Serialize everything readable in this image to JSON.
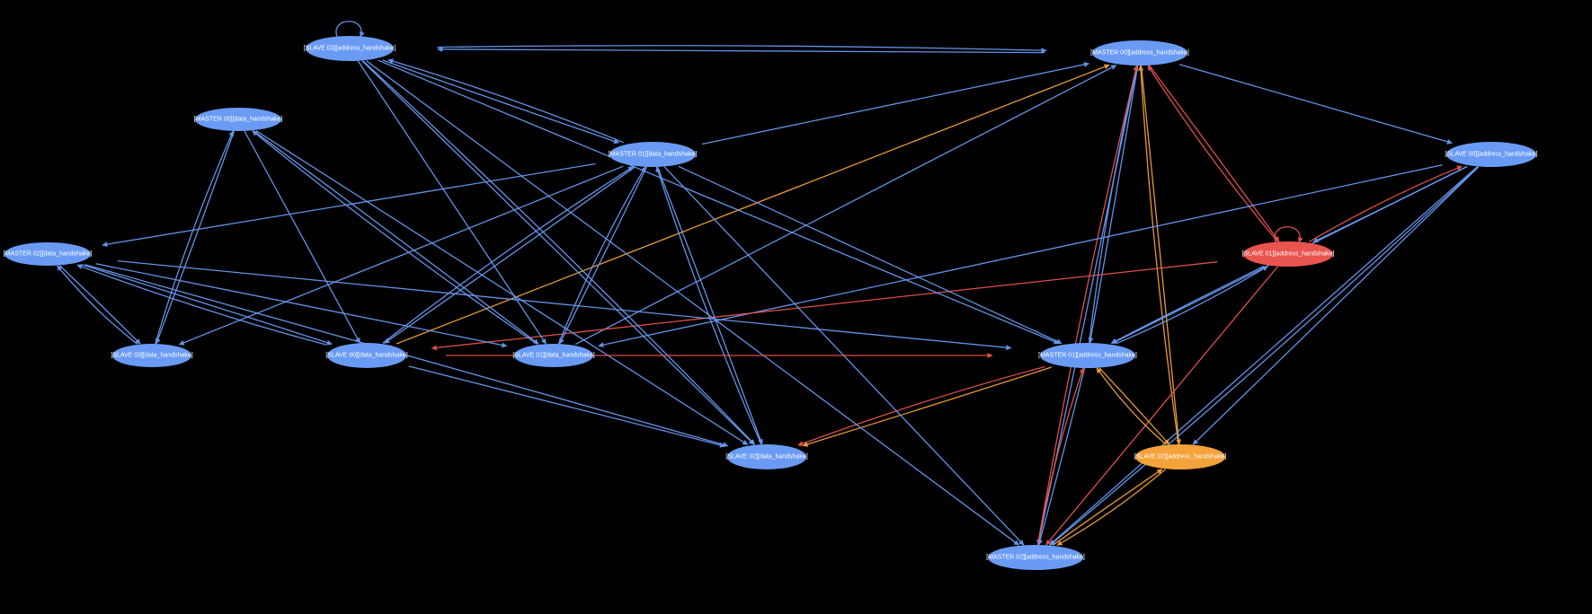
{
  "colors": {
    "background": "#000000",
    "default_node": "#6a9bf4",
    "default_edge": "#6a9bf4",
    "red": "#e9544e",
    "orange": "#f4a23a"
  },
  "graph": {
    "nodes": [
      {
        "id": "slave03_addr",
        "label": "[SLAVE 03][address_handshake]",
        "color": "default"
      },
      {
        "id": "master00_addr",
        "label": "[MASTER 00][address_handshake]",
        "color": "default"
      },
      {
        "id": "master00_data",
        "label": "[MASTER 00][data_handshake]",
        "color": "default"
      },
      {
        "id": "master01_data",
        "label": "[MASTER 01][data_handshake]",
        "color": "default"
      },
      {
        "id": "slave00_addr",
        "label": "[SLAVE 00][address_handshake]",
        "color": "default"
      },
      {
        "id": "master02_data",
        "label": "[MASTER 02][data_handshake]",
        "color": "default"
      },
      {
        "id": "slave01_addr",
        "label": "[SLAVE 01][address_handshake]",
        "color": "red"
      },
      {
        "id": "slave03_data",
        "label": "[SLAVE 03][data_handshake]",
        "color": "default"
      },
      {
        "id": "slave00_data",
        "label": "[SLAVE 00][data_handshake]",
        "color": "default"
      },
      {
        "id": "slave01_data",
        "label": "[SLAVE 01][data_handshake]",
        "color": "default"
      },
      {
        "id": "master01_addr",
        "label": "[MASTER 01][address_handshake]",
        "color": "default"
      },
      {
        "id": "slave02_data",
        "label": "[SLAVE 02][data_handshake]",
        "color": "default"
      },
      {
        "id": "slave02_addr",
        "label": "[SLAVE 02][address_handshake]",
        "color": "orange"
      },
      {
        "id": "master02_addr",
        "label": "[MASTER 02][address_handshake]",
        "color": "default"
      }
    ],
    "edges": [
      {
        "from": "slave03_addr",
        "to": "slave03_addr",
        "color": "default"
      },
      {
        "from": "slave01_addr",
        "to": "slave01_addr",
        "color": "red"
      },
      {
        "from": "master00_addr",
        "to": "slave03_addr",
        "color": "default"
      },
      {
        "from": "slave03_addr",
        "to": "master00_addr",
        "color": "default"
      },
      {
        "from": "master00_addr",
        "to": "slave00_addr",
        "color": "default"
      },
      {
        "from": "master00_addr",
        "to": "slave01_addr",
        "color": "red"
      },
      {
        "from": "slave01_addr",
        "to": "master00_addr",
        "color": "red"
      },
      {
        "from": "master00_addr",
        "to": "slave02_addr",
        "color": "orange"
      },
      {
        "from": "slave02_addr",
        "to": "master00_addr",
        "color": "orange"
      },
      {
        "from": "master00_addr",
        "to": "master01_addr",
        "color": "default"
      },
      {
        "from": "master01_addr",
        "to": "master00_addr",
        "color": "default"
      },
      {
        "from": "master00_addr",
        "to": "master02_addr",
        "color": "default"
      },
      {
        "from": "master02_addr",
        "to": "master00_addr",
        "color": "red"
      },
      {
        "from": "slave00_data",
        "to": "master00_addr",
        "color": "orange"
      },
      {
        "from": "slave01_data",
        "to": "master00_addr",
        "color": "default"
      },
      {
        "from": "master01_data",
        "to": "master00_addr",
        "color": "default"
      },
      {
        "from": "slave00_addr",
        "to": "slave01_addr",
        "color": "default"
      },
      {
        "from": "slave01_addr",
        "to": "slave00_addr",
        "color": "red"
      },
      {
        "from": "slave00_addr",
        "to": "slave01_data",
        "color": "default"
      },
      {
        "from": "slave00_addr",
        "to": "master01_addr",
        "color": "default"
      },
      {
        "from": "slave00_addr",
        "to": "master02_addr",
        "color": "default"
      },
      {
        "from": "slave00_addr",
        "to": "slave02_addr",
        "color": "default"
      },
      {
        "from": "slave01_addr",
        "to": "master01_addr",
        "color": "default"
      },
      {
        "from": "master01_addr",
        "to": "slave01_addr",
        "color": "default"
      },
      {
        "from": "slave01_addr",
        "to": "slave00_data",
        "color": "red"
      },
      {
        "from": "slave01_addr",
        "to": "master02_addr",
        "color": "red"
      },
      {
        "from": "master01_addr",
        "to": "slave02_data",
        "color": "orange"
      },
      {
        "from": "master01_addr",
        "to": "slave02_data",
        "color": "red"
      },
      {
        "from": "master01_addr",
        "to": "slave02_addr",
        "color": "orange"
      },
      {
        "from": "slave02_addr",
        "to": "master01_addr",
        "color": "orange"
      },
      {
        "from": "master01_addr",
        "to": "master02_addr",
        "color": "default"
      },
      {
        "from": "master02_addr",
        "to": "master01_addr",
        "color": "red"
      },
      {
        "from": "master02_addr",
        "to": "slave02_addr",
        "color": "orange"
      },
      {
        "from": "slave02_addr",
        "to": "master02_addr",
        "color": "orange"
      },
      {
        "from": "slave00_addr",
        "to": "master02_addr",
        "color": "default"
      },
      {
        "from": "slave03_addr",
        "to": "master01_addr",
        "color": "default"
      },
      {
        "from": "slave03_addr",
        "to": "slave02_data",
        "color": "default"
      },
      {
        "from": "slave03_addr",
        "to": "slave01_data",
        "color": "default"
      },
      {
        "from": "slave03_addr",
        "to": "master01_data",
        "color": "default"
      },
      {
        "from": "master01_data",
        "to": "slave03_addr",
        "color": "default"
      },
      {
        "from": "slave03_addr",
        "to": "master02_addr",
        "color": "default"
      },
      {
        "from": "slave03_addr",
        "to": "slave02_data",
        "color": "default"
      },
      {
        "from": "master00_data",
        "to": "slave03_data",
        "color": "default"
      },
      {
        "from": "slave03_data",
        "to": "master00_data",
        "color": "default"
      },
      {
        "from": "master00_data",
        "to": "slave00_data",
        "color": "default"
      },
      {
        "from": "master00_data",
        "to": "slave01_data",
        "color": "default"
      },
      {
        "from": "master00_data",
        "to": "slave02_data",
        "color": "default"
      },
      {
        "from": "slave01_data",
        "to": "master00_data",
        "color": "default"
      },
      {
        "from": "master01_data",
        "to": "slave03_data",
        "color": "default"
      },
      {
        "from": "master01_data",
        "to": "slave00_data",
        "color": "default"
      },
      {
        "from": "master01_data",
        "to": "slave01_data",
        "color": "default"
      },
      {
        "from": "slave01_data",
        "to": "master01_data",
        "color": "default"
      },
      {
        "from": "master01_data",
        "to": "slave02_data",
        "color": "default"
      },
      {
        "from": "slave02_data",
        "to": "master01_data",
        "color": "default"
      },
      {
        "from": "master01_data",
        "to": "master01_addr",
        "color": "default"
      },
      {
        "from": "master01_data",
        "to": "master02_addr",
        "color": "default"
      },
      {
        "from": "master01_data",
        "to": "master02_data",
        "color": "default"
      },
      {
        "from": "slave00_data",
        "to": "master01_data",
        "color": "default"
      },
      {
        "from": "master02_data",
        "to": "slave03_data",
        "color": "default"
      },
      {
        "from": "slave03_data",
        "to": "master02_data",
        "color": "default"
      },
      {
        "from": "master02_data",
        "to": "slave00_data",
        "color": "default"
      },
      {
        "from": "slave00_data",
        "to": "master02_data",
        "color": "default"
      },
      {
        "from": "master02_data",
        "to": "slave01_data",
        "color": "default"
      },
      {
        "from": "master02_data",
        "to": "slave02_data",
        "color": "default"
      },
      {
        "from": "master02_data",
        "to": "master01_addr",
        "color": "default"
      },
      {
        "from": "slave00_data",
        "to": "slave02_data",
        "color": "default"
      },
      {
        "from": "slave00_data",
        "to": "master01_addr",
        "color": "red"
      }
    ]
  }
}
